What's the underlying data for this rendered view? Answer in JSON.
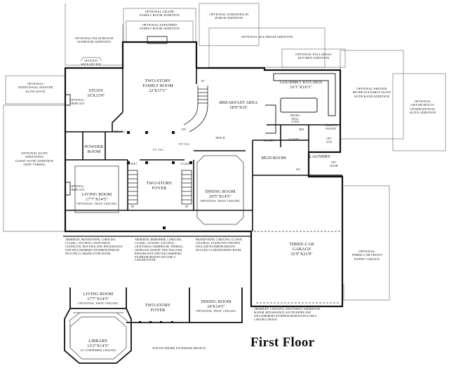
{
  "title": "First Floor",
  "rooms": {
    "grand_family": "OPTIONAL GRAND\nFAMILY ROOM ADDITION",
    "expanded_family": "OPTIONAL EXPANDED\nFAMILY ROOM ADDITION",
    "screened_porch": "OPTIONAL SCREENED-IN\nPORCH ADDITION",
    "solarium": "OPTIONAL SOLARIUM ADDITION",
    "palm_beach": "OPTIONAL PALM BEACH\nSUNROOM ADDITION",
    "palladian": "OPTIONAL PALLADIAN\nKITCHEN ADDITION",
    "walkout_bay": "OPTIONAL\nWALK-OUT BAY",
    "master_elite": "OPTIONAL\nADDITIONAL MASTER\nELITE SUITE",
    "study_name": "STUDY",
    "study_dim": "16'X13'9\"",
    "family_name": "TWO-STORY\nFAMILY ROOM",
    "family_dim": "22'X17'1\"",
    "breakfast_name": "BREAKFAST AREA",
    "breakfast_dim": "18'9\"X16'",
    "kitchen_name": "GOURMET KITCHEN",
    "kitchen_dim": "16'1\"X16'1\"",
    "private_retreat": "OPTIONAL PRIVATE\nRETREAT/FAMILY SUITE\nWITH BATH ADDITION",
    "multigen": "OPTIONAL\nGRAND MULTI-\nGENERATIONAL\nSUITE ADDITION",
    "fireplace_study": "OPTIONAL\nFIREPLACE",
    "ceiling_9a": "9'6\" CLG.",
    "ceiling_9b": "9'6\" CLG.",
    "ceiling_9c": "9'1\" CLG.",
    "micro": "MICRO/\nWALL\nOVEN",
    "ref": "REF",
    "walk_in": "WALK-IN\nPANTRY",
    "closet1": "CLOSET",
    "closet2": "CLOSET",
    "closet3": "CLOSET",
    "closet4": "CLOSET",
    "opt_wd": "OPT\nW/D",
    "powder": "POWDER\nROOM",
    "elite": "OPTIONAL ELITE\nADDITIONS/\nGUEST SUITE ADDITION\n(SIZE VARIES)",
    "mud_room": "MUD ROOM",
    "laundry": "LAUNDRY",
    "opt_door": "OPT\nDOOR",
    "living_name": "LIVING ROOM",
    "living_dim": "17'7\"X14'5\"",
    "living_tray": "OPTIONAL TRAY CEILING",
    "fireplace_living": "OPTIONAL\nFIREPLACE",
    "foyer": "TWO-STORY\nFOYER",
    "dining_name": "DINING ROOM",
    "dining_dim": "20'5\"X14'5\"",
    "dining_tray": "OPTIONAL TRAY CEILING",
    "garage_name": "THREE-CAR\nGARAGE",
    "garage_dim": "32'9\"X21'9\"",
    "front_garage": "OPTIONAL\nTHREE-CAR FRONT\nENTRY GARAGE",
    "up1": "UP",
    "up2": "UP",
    "up3": "UP",
    "dn1": "DN",
    "dn2": "DN",
    "bench": "BENCH",
    "south_living_name": "LIVING ROOM",
    "south_living_dim": "17'7\"X14'5\"",
    "south_living_tray": "OPTIONAL TRAY CEILING",
    "south_foyer": "TWO-STORY\nFOYER",
    "south_dining_name": "DINING ROOM",
    "south_dining_dim": "24'X14'5\"",
    "south_dining_tray": "OPTIONAL TRAY CEILING",
    "library_name": "LIBRARY",
    "library_dim": "13'2\"X14'5\"",
    "library_ceiling": "12' COFFERED CEILING",
    "south_shore": "SOUTH SHORE EXTERIOR DESIGN"
  },
  "notes": {
    "note1": "ABERDEEN, BRANDYWINE, CAROLINA,\nCLASSIC, COLONIAL, CRAFTSMAN,\nLEXINGTON, NEW ENGLAND, RENAISSANCE\nAND WILLIAMSBURG EXTERIOR DESIGNS\nINCLUDE A LARGER LIVING ROOM.",
    "note2": "ABERDEEN, BERKSHIRE, CAROLINA,\nCLASSIC, COASSET, COLONIAL,\nCRAFTSMAN, FARMHOUSE, FEDERAL,\nGEORGIAN, MANOR, NEW ENGLAND,\nRENAISSANCE AND WILLIAMSBURG\nEXTERIOR DESIGNS INCLUDE A\nLARGER FOYER.",
    "note3": "BRANDYWINE, CAROLINA, CLASSIC\nCOLONIAL, LEXINGTON AND NEW\nENGLAND EXTERIOR DESIGNS\nINCLUDE A LARGER DINING ROOM",
    "note4": "ABERDEEN, CAROLINA, CRAFTSMAN, FARMHOUSE,\nMANOR, RENAISSANCE, SOUTH SHORE AND\nWILLIAMSBURG EXTERIOR DESIGNS INCLUDE A\nLARGER GARAGE."
  }
}
